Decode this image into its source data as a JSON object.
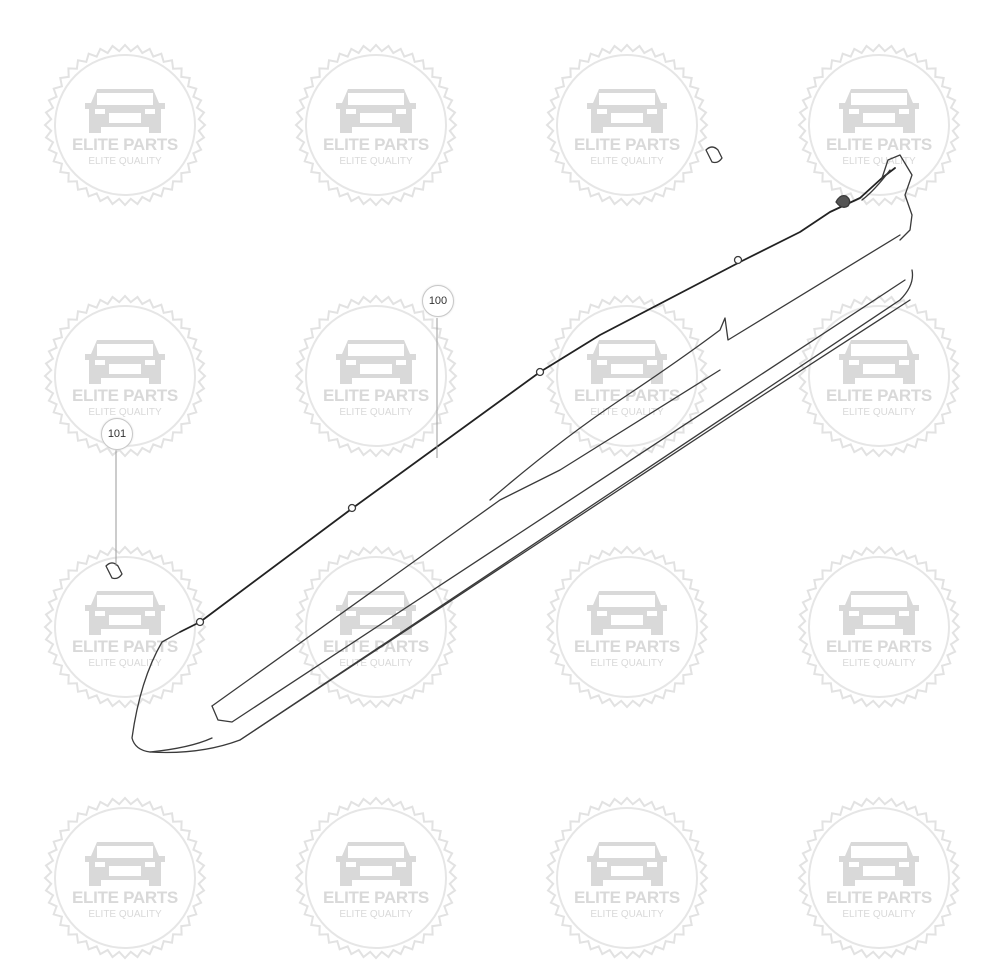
{
  "diagram": {
    "type": "exploded-parts-diagram",
    "subject": "side sill / rocker panel moulding",
    "watermark": {
      "title": "ELITE PARTS",
      "subtitle": "ELITE QUALITY",
      "icon": "car-front-icon",
      "color": "#d9d9d9"
    },
    "callouts": [
      {
        "label": "100",
        "part": "sill-moulding"
      },
      {
        "label": "101",
        "part": "clip"
      }
    ],
    "line_color": "#333333"
  }
}
